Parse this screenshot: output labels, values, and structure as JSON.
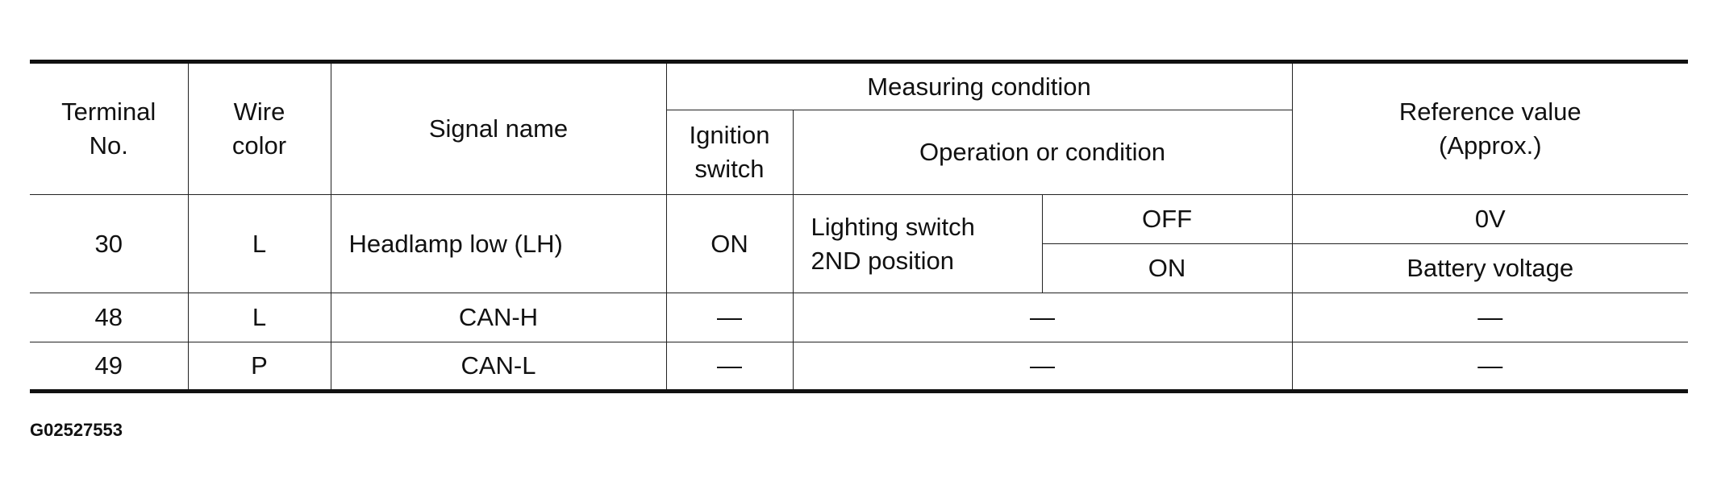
{
  "table": {
    "headers": {
      "terminal_no": "Terminal\nNo.",
      "wire_color": "Wire\ncolor",
      "signal_name": "Signal name",
      "measuring_condition": "Measuring condition",
      "ignition_switch": "Ignition\nswitch",
      "operation_or_condition": "Operation or condition",
      "reference_value": "Reference value\n(Approx.)"
    },
    "rows": [
      {
        "terminal": "30",
        "wire_color": "L",
        "signal_name": "Headlamp low (LH)",
        "ignition_switch": "ON",
        "operation": "Lighting switch\n2ND position",
        "conditions": [
          {
            "state": "OFF",
            "reference": "0V"
          },
          {
            "state": "ON",
            "reference": "Battery voltage"
          }
        ]
      },
      {
        "terminal": "48",
        "wire_color": "L",
        "signal_name": "CAN-H",
        "ignition_switch": "—",
        "operation": "—",
        "reference": "—"
      },
      {
        "terminal": "49",
        "wire_color": "P",
        "signal_name": "CAN-L",
        "ignition_switch": "—",
        "operation": "—",
        "reference": "—"
      }
    ]
  },
  "image_id": "G02527553"
}
